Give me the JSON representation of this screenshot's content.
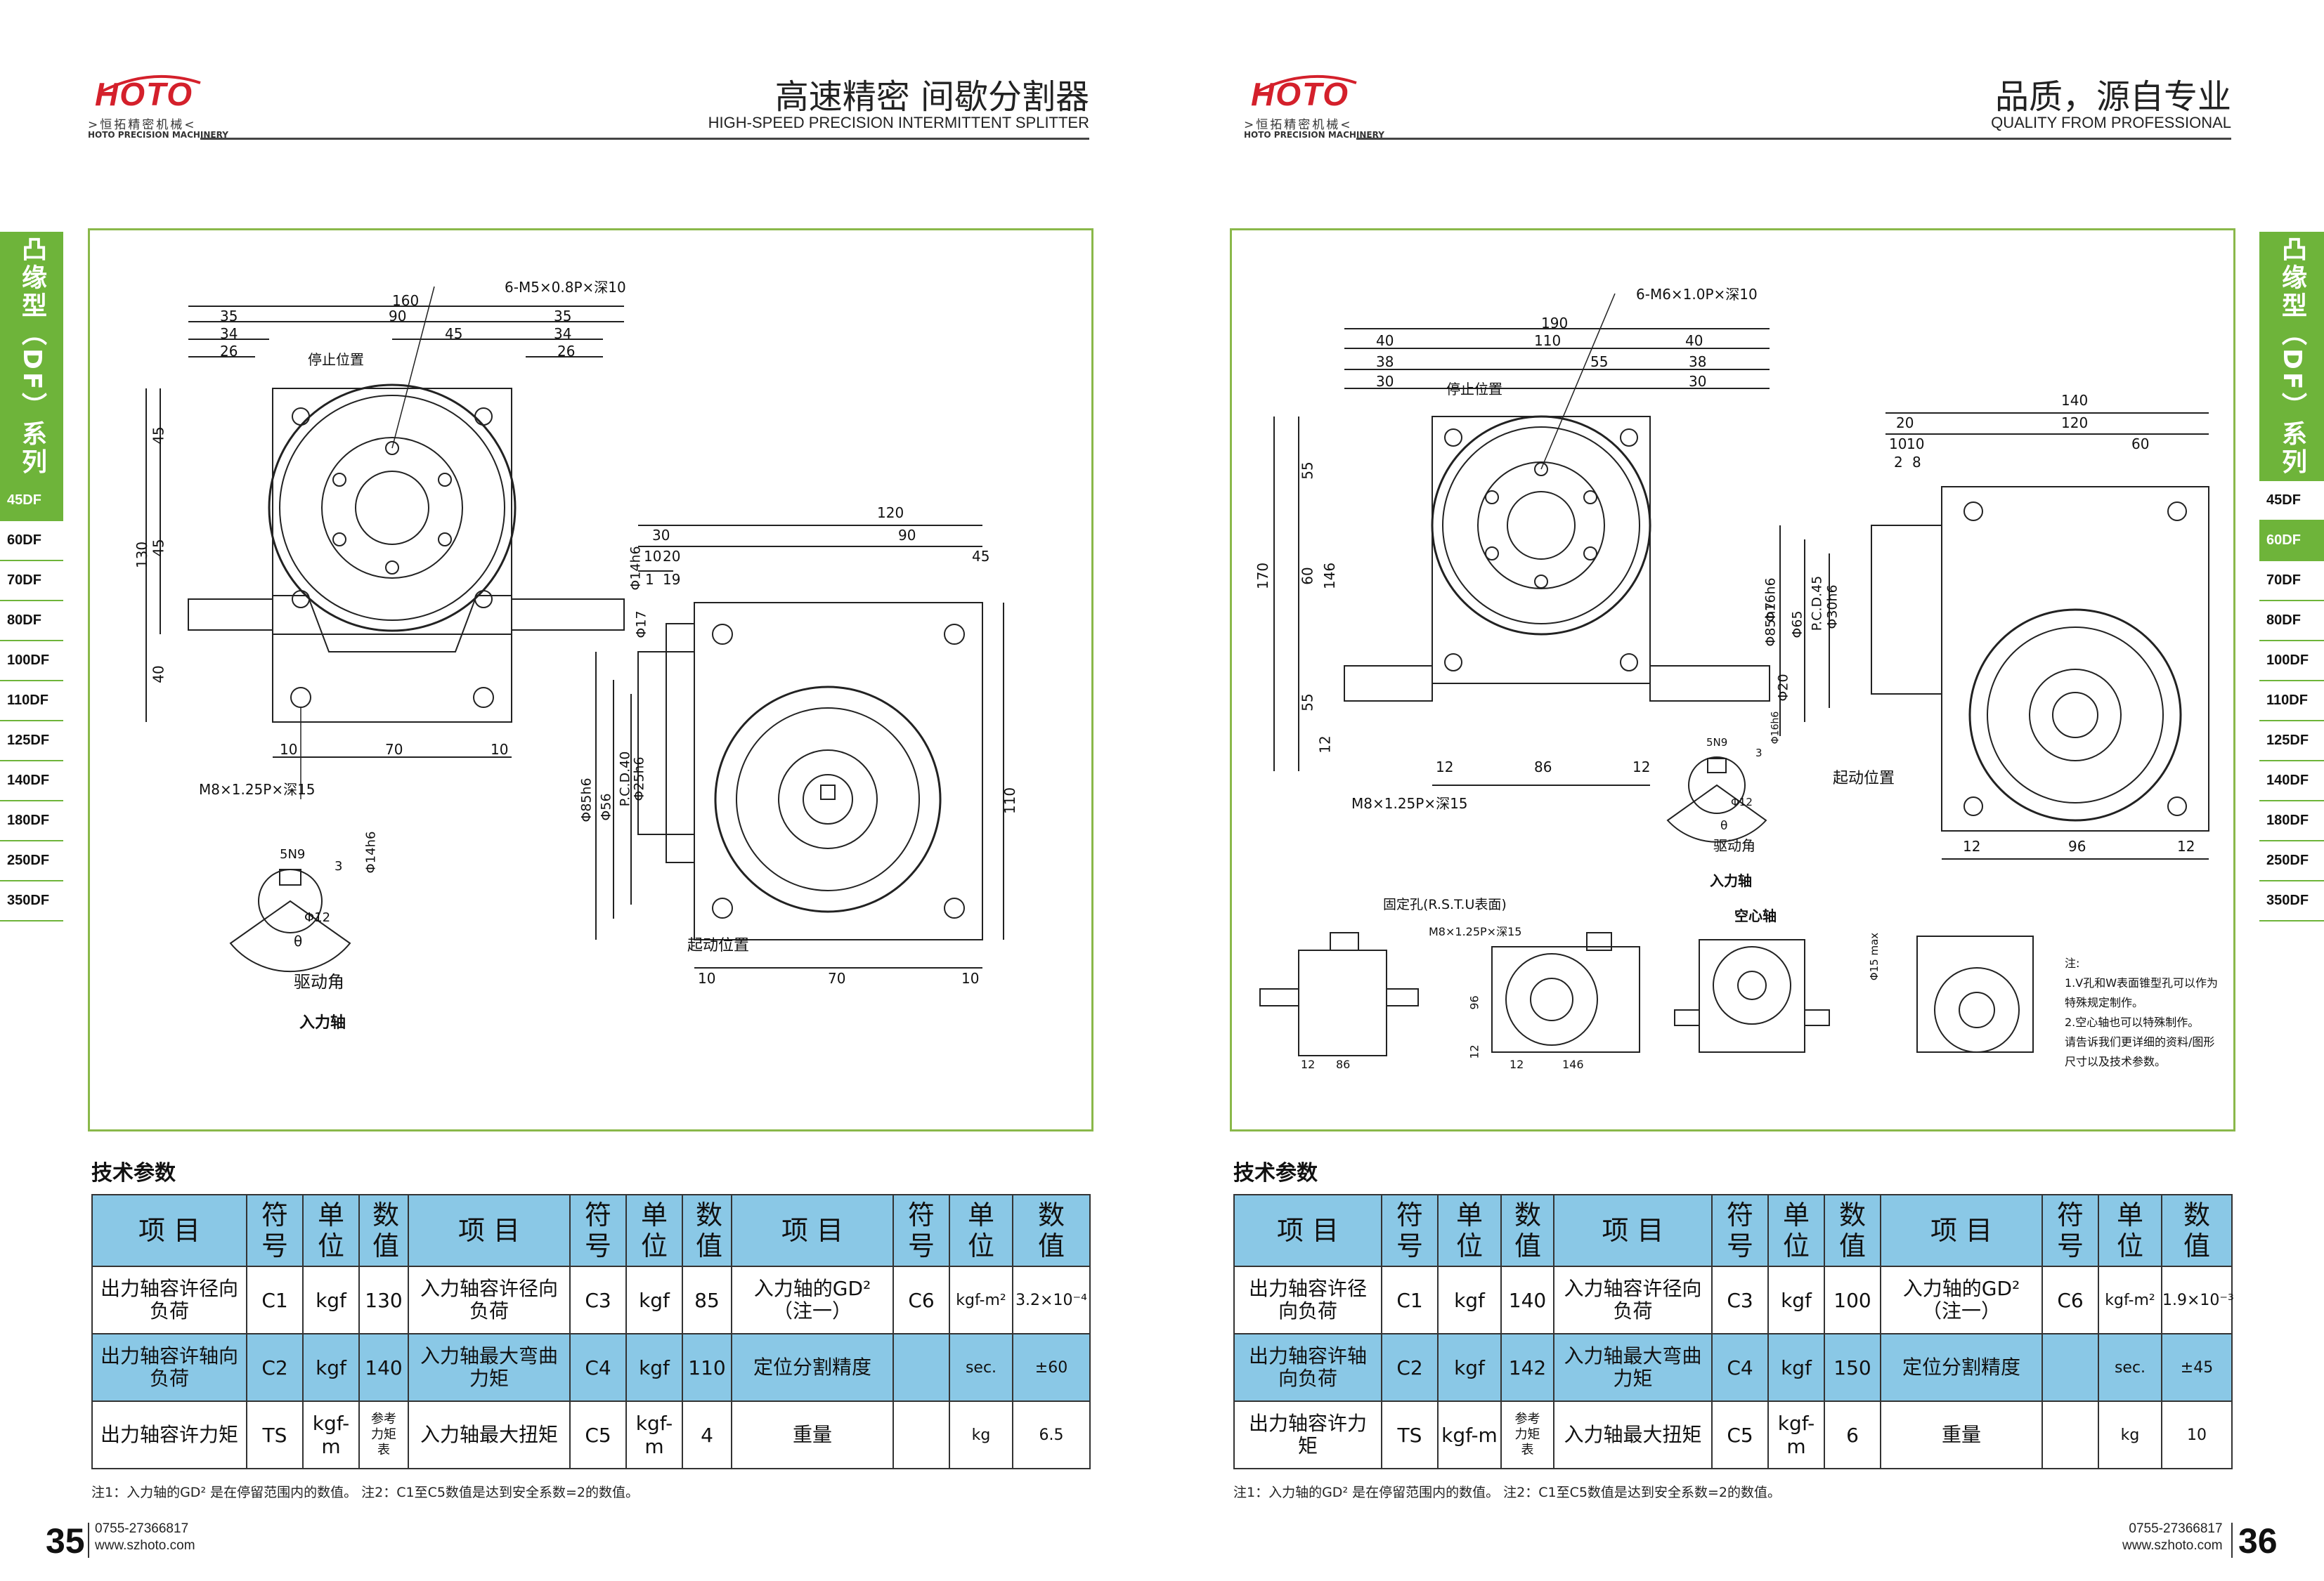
{
  "left": {
    "logo": {
      "brand": "HOTO",
      "cn": ">恒拓精密机械<",
      "en": "HOTO PRECISION MACHINERY"
    },
    "header": {
      "cn": "高速精密  间歇分割器",
      "en": "HIGH-SPEED PRECISION INTERMITTENT SPLITTER"
    },
    "sidebar": {
      "title": "凸缘型（DF）系列",
      "items": [
        "45DF",
        "60DF",
        "70DF",
        "80DF",
        "100DF",
        "110DF",
        "125DF",
        "140DF",
        "180DF",
        "250DF",
        "350DF"
      ],
      "active": "45DF"
    },
    "drawing": {
      "front": {
        "top_note": "6-M5×0.8P×深10",
        "d160": "160",
        "d35a": "35",
        "d90": "90",
        "d35b": "35",
        "d34a": "34",
        "d45": "45",
        "d34b": "34",
        "d26a": "26",
        "d26b": "26",
        "stop": "停止位置",
        "v45a": "45",
        "v130": "130",
        "v45b": "45",
        "v40": "40",
        "shaft_d1": "Φ14h6",
        "shaft_d2": "Φ17",
        "b10a": "10",
        "b70": "70",
        "b10b": "10",
        "bottom_note": "M8×1.25P×深15"
      },
      "side": {
        "d120": "120",
        "d30": "30",
        "d90": "90",
        "d10": "10",
        "d20": "20",
        "d45": "45",
        "d1": "1",
        "d19": "19",
        "v85": "Φ85h6",
        "v56": "Φ56",
        "vpcd": "P.C.D.40",
        "v25": "Φ25h6",
        "v110": "110",
        "start": "起动位置",
        "b10a": "10",
        "b70": "70",
        "b10b": "10"
      },
      "key": {
        "k5": "5N9",
        "k3": "3",
        "k14": "Φ14h6",
        "k12": "Φ12",
        "theta": "θ",
        "angle": "驱动角",
        "input": "入力轴"
      }
    },
    "spec_title": "技术参数",
    "table": {
      "head": [
        "项 目",
        "符号",
        "单位",
        "数值",
        "项 目",
        "符号",
        "单位",
        "数值",
        "项 目",
        "符号",
        "单位",
        "数值"
      ],
      "rows": [
        [
          "出力轴容许径向负荷",
          "C1",
          "kgf",
          "130",
          "入力轴容许径向负荷",
          "C3",
          "kgf",
          "85",
          "入力轴的GD²（注一）",
          "C6",
          "kgf-m²",
          "3.2×10⁻⁴"
        ],
        [
          "出力轴容许轴向负荷",
          "C2",
          "kgf",
          "140",
          "入力轴最大弯曲力矩",
          "C4",
          "kgf",
          "110",
          "定位分割精度",
          "",
          "sec.",
          "±60"
        ],
        [
          "出力轴容许力矩",
          "TS",
          "kgf-m",
          "参考力矩表",
          "入力轴最大扭矩",
          "C5",
          "kgf-m",
          "4",
          "重量",
          "",
          "kg",
          "6.5"
        ]
      ]
    },
    "note": "注1：入力轴的GD² 是在停留范围内的数值。 注2：C1至C5数值是达到安全系数=2的数值。",
    "page": {
      "num": "35",
      "phone": "0755-27366817",
      "web": "www.szhoto.com"
    }
  },
  "right": {
    "logo": {
      "brand": "HOTO",
      "cn": ">恒拓精密机械<",
      "en": "HOTO PRECISION MACHINERY"
    },
    "header": {
      "cn": "品质，源自专业",
      "en": "QUALITY FROM PROFESSIONAL"
    },
    "sidebar": {
      "title": "凸缘型（DF）系列",
      "items": [
        "45DF",
        "60DF",
        "70DF",
        "80DF",
        "100DF",
        "110DF",
        "125DF",
        "140DF",
        "180DF",
        "250DF",
        "350DF"
      ],
      "active": "60DF"
    },
    "drawing": {
      "front": {
        "top_note": "6-M6×1.0P×深10",
        "d190": "190",
        "d40a": "40",
        "d110": "110",
        "d40b": "40",
        "d38a": "38",
        "d55": "55",
        "d38b": "38",
        "d30a": "30",
        "d30b": "30",
        "stop": "停止位置",
        "v55a": "55",
        "v170": "170",
        "v60": "60",
        "v146": "146",
        "v55b": "55",
        "v12": "12",
        "shaft_d1": "Φ16h6",
        "shaft_d2": "Φ20",
        "b12a": "12",
        "b86": "86",
        "b12b": "12",
        "bottom_note": "M8×1.25P×深15"
      },
      "side": {
        "d140": "140",
        "d20": "20",
        "d120": "120",
        "d10a": "10",
        "d10b": "10",
        "d60": "60",
        "d2": "2",
        "d8": "8",
        "v85": "Φ85h7",
        "v65": "Φ65",
        "vpcd": "P.C.D.45",
        "v30": "Φ30h6",
        "start": "起动位置",
        "b12a": "12",
        "b96": "96",
        "b12b": "12"
      },
      "key": {
        "k5": "5N9",
        "k3": "3",
        "k16": "Φ16h6",
        "k12": "Φ12",
        "theta": "θ",
        "angle": "驱动角",
        "input": "入力轴"
      },
      "views": {
        "fixed": "固定孔(R.S.T.U表面)",
        "m8": "M8×1.25P×深15",
        "hollow": "空心轴",
        "f12": "12",
        "f86": "86",
        "s96": "96",
        "s12a": "12",
        "s12b": "12",
        "s146": "146",
        "h15": "Φ15 max"
      },
      "notes": [
        "注:",
        "1.V孔和W表面锥型孔可以作为",
        "特殊规定制作。",
        "2.空心轴也可以特殊制作。",
        "请告诉我们更详细的资料/图形",
        "尺寸以及技术参数。"
      ]
    },
    "spec_title": "技术参数",
    "table": {
      "head": [
        "项 目",
        "符号",
        "单位",
        "数值",
        "项 目",
        "符号",
        "单位",
        "数值",
        "项 目",
        "符号",
        "单位",
        "数值"
      ],
      "rows": [
        [
          "出力轴容许径向负荷",
          "C1",
          "kgf",
          "140",
          "入力轴容许径向负荷",
          "C3",
          "kgf",
          "100",
          "入力轴的GD²（注一）",
          "C6",
          "kgf-m²",
          "1.9×10⁻³"
        ],
        [
          "出力轴容许轴向负荷",
          "C2",
          "kgf",
          "142",
          "入力轴最大弯曲力矩",
          "C4",
          "kgf",
          "150",
          "定位分割精度",
          "",
          "sec.",
          "±45"
        ],
        [
          "出力轴容许力矩",
          "TS",
          "kgf-m",
          "参考力矩表",
          "入力轴最大扭矩",
          "C5",
          "kgf-m",
          "6",
          "重量",
          "",
          "kg",
          "10"
        ]
      ]
    },
    "note": "注1：入力轴的GD² 是在停留范围内的数值。 注2：C1至C5数值是达到安全系数=2的数值。",
    "page": {
      "num": "36",
      "phone": "0755-27366817",
      "web": "www.szhoto.com"
    }
  },
  "colors": {
    "accent_green": "#6eb43a",
    "table_blue": "#8ac8e6",
    "logo_red": "#d4202b"
  }
}
